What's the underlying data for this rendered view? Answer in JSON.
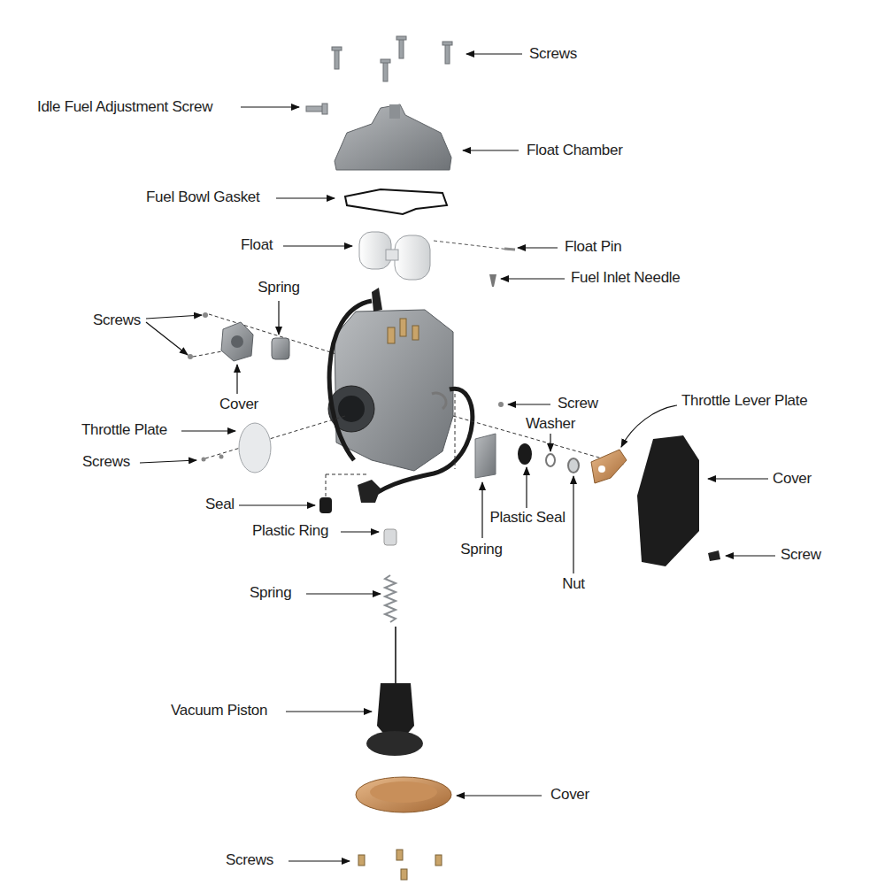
{
  "diagram": {
    "labels": [
      "Screws",
      "Idle Fuel Adjustment Screw",
      "Float Chamber",
      "Fuel Bowl Gasket",
      "Float",
      "Float Pin",
      "Fuel Inlet Needle",
      "Spring",
      "Screws",
      "Cover",
      "Screw",
      "Throttle Lever Plate",
      "Washer",
      "Throttle Plate",
      "Cover",
      "Screws",
      "Seal",
      "Plastic Seal",
      "Plastic Ring",
      "Spring",
      "Screw",
      "Nut",
      "Spring",
      "Vacuum Piston",
      "Cover",
      "Screws"
    ]
  }
}
